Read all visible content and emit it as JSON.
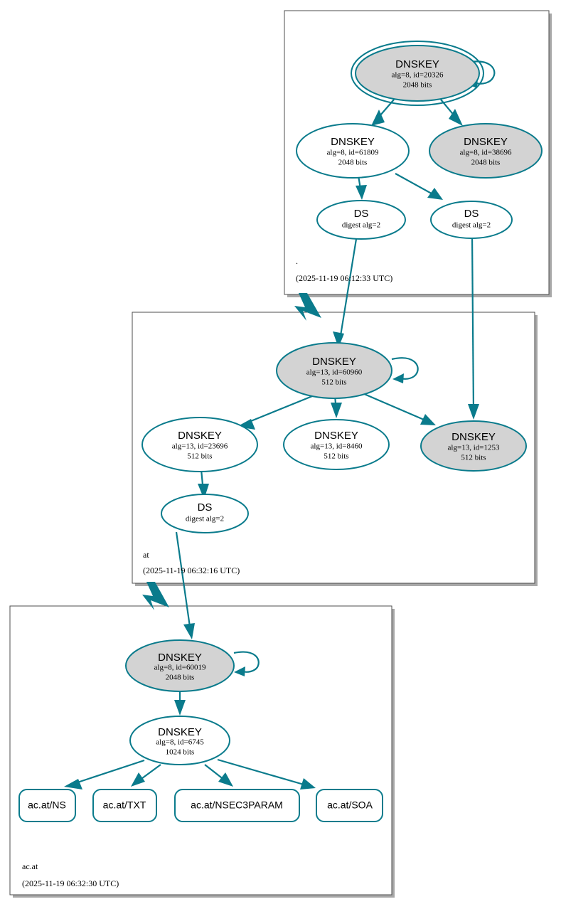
{
  "diagram": {
    "type": "dnssec-authentication-chain",
    "title": "DNSSEC authentication chain for ac.at",
    "colors": {
      "accent": "#0a7b8c",
      "secure_fill": "#d3d3d3",
      "plain_fill": "#ffffff",
      "zone_border": "#4d4d4d",
      "background": "#ffffff"
    }
  },
  "zones": [
    {
      "id": "root",
      "name": ".",
      "timestamp": "(2025-11-19 06:12:33 UTC)",
      "nodes": [
        {
          "id": "root-ksk-20326",
          "kind": "DNSKEY",
          "title": "DNSKEY",
          "line2": "alg=8, id=20326",
          "line3": "2048 bits",
          "shaded": true,
          "trust_anchor": true,
          "self_sign": true
        },
        {
          "id": "root-zsk-61809",
          "kind": "DNSKEY",
          "title": "DNSKEY",
          "line2": "alg=8, id=61809",
          "line3": "2048 bits",
          "shaded": false,
          "trust_anchor": false,
          "self_sign": false
        },
        {
          "id": "root-key-38696",
          "kind": "DNSKEY",
          "title": "DNSKEY",
          "line2": "alg=8, id=38696",
          "line3": "2048 bits",
          "shaded": true,
          "trust_anchor": false,
          "self_sign": false
        },
        {
          "id": "root-ds-left",
          "kind": "DS",
          "title": "DS",
          "line2": "digest alg=2",
          "line3": "",
          "shaded": false,
          "trust_anchor": false,
          "self_sign": false
        },
        {
          "id": "root-ds-right",
          "kind": "DS",
          "title": "DS",
          "line2": "digest alg=2",
          "line3": "",
          "shaded": false,
          "trust_anchor": false,
          "self_sign": false
        }
      ]
    },
    {
      "id": "at",
      "name": "at",
      "timestamp": "(2025-11-19 06:32:16 UTC)",
      "nodes": [
        {
          "id": "at-ksk-60960",
          "kind": "DNSKEY",
          "title": "DNSKEY",
          "line2": "alg=13, id=60960",
          "line3": "512 bits",
          "shaded": true,
          "trust_anchor": false,
          "self_sign": true
        },
        {
          "id": "at-key-23696",
          "kind": "DNSKEY",
          "title": "DNSKEY",
          "line2": "alg=13, id=23696",
          "line3": "512 bits",
          "shaded": false,
          "trust_anchor": false,
          "self_sign": false
        },
        {
          "id": "at-key-8460",
          "kind": "DNSKEY",
          "title": "DNSKEY",
          "line2": "alg=13, id=8460",
          "line3": "512 bits",
          "shaded": false,
          "trust_anchor": false,
          "self_sign": false
        },
        {
          "id": "at-key-1253",
          "kind": "DNSKEY",
          "title": "DNSKEY",
          "line2": "alg=13, id=1253",
          "line3": "512 bits",
          "shaded": true,
          "trust_anchor": false,
          "self_sign": false
        },
        {
          "id": "at-ds",
          "kind": "DS",
          "title": "DS",
          "line2": "digest alg=2",
          "line3": "",
          "shaded": false,
          "trust_anchor": false,
          "self_sign": false
        }
      ]
    },
    {
      "id": "acat",
      "name": "ac.at",
      "timestamp": "(2025-11-19 06:32:30 UTC)",
      "nodes": [
        {
          "id": "acat-ksk-60019",
          "kind": "DNSKEY",
          "title": "DNSKEY",
          "line2": "alg=8, id=60019",
          "line3": "2048 bits",
          "shaded": true,
          "trust_anchor": false,
          "self_sign": true
        },
        {
          "id": "acat-zsk-6745",
          "kind": "DNSKEY",
          "title": "DNSKEY",
          "line2": "alg=8, id=6745",
          "line3": "1024 bits",
          "shaded": false,
          "trust_anchor": false,
          "self_sign": false
        }
      ],
      "rrsets": [
        {
          "id": "rr-ns",
          "label": "ac.at/NS"
        },
        {
          "id": "rr-txt",
          "label": "ac.at/TXT"
        },
        {
          "id": "rr-nsec3param",
          "label": "ac.at/NSEC3PARAM"
        },
        {
          "id": "rr-soa",
          "label": "ac.at/SOA"
        }
      ]
    }
  ],
  "edges": [
    {
      "from": "root-ksk-20326",
      "to": "root-ksk-20326",
      "kind": "self-signature"
    },
    {
      "from": "root-ksk-20326",
      "to": "root-zsk-61809",
      "kind": "signature"
    },
    {
      "from": "root-ksk-20326",
      "to": "root-key-38696",
      "kind": "signature"
    },
    {
      "from": "root-zsk-61809",
      "to": "root-ds-left",
      "kind": "signature"
    },
    {
      "from": "root-zsk-61809",
      "to": "root-ds-right",
      "kind": "signature"
    },
    {
      "from": "root-ds-left",
      "to": "at-ksk-60960",
      "kind": "delegation"
    },
    {
      "from": "root-ds-right",
      "to": "at-key-1253",
      "kind": "delegation"
    },
    {
      "from": "at-ksk-60960",
      "to": "at-ksk-60960",
      "kind": "self-signature"
    },
    {
      "from": "at-ksk-60960",
      "to": "at-key-23696",
      "kind": "signature"
    },
    {
      "from": "at-ksk-60960",
      "to": "at-key-8460",
      "kind": "signature"
    },
    {
      "from": "at-ksk-60960",
      "to": "at-key-1253",
      "kind": "signature"
    },
    {
      "from": "at-key-23696",
      "to": "at-ds",
      "kind": "signature"
    },
    {
      "from": "at-ds",
      "to": "acat-ksk-60019",
      "kind": "delegation"
    },
    {
      "from": "acat-ksk-60019",
      "to": "acat-ksk-60019",
      "kind": "self-signature"
    },
    {
      "from": "acat-ksk-60019",
      "to": "acat-zsk-6745",
      "kind": "signature"
    },
    {
      "from": "acat-zsk-6745",
      "to": "rr-ns",
      "kind": "signature"
    },
    {
      "from": "acat-zsk-6745",
      "to": "rr-txt",
      "kind": "signature"
    },
    {
      "from": "acat-zsk-6745",
      "to": "rr-nsec3param",
      "kind": "signature"
    },
    {
      "from": "acat-zsk-6745",
      "to": "rr-soa",
      "kind": "signature"
    },
    {
      "from": "root",
      "to": "at",
      "kind": "zone-trust"
    },
    {
      "from": "at",
      "to": "acat",
      "kind": "zone-trust"
    }
  ]
}
